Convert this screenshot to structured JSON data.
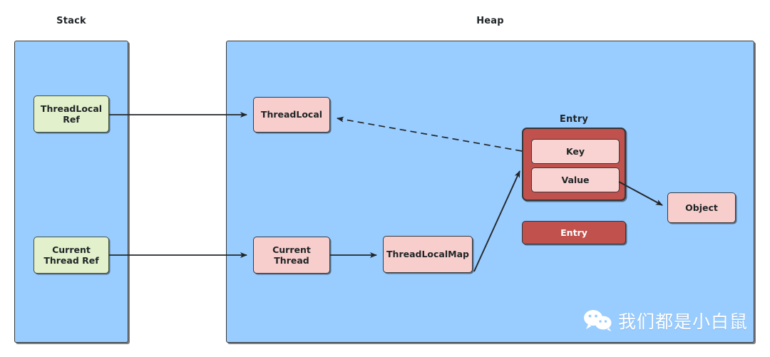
{
  "diagram": {
    "title_stack": "Stack",
    "title_heap": "Heap",
    "entry_label": "Entry",
    "nodes": {
      "threadlocal_ref": "ThreadLocal\nRef",
      "threadlocal_ref_line1": "ThreadLocal",
      "threadlocal_ref_line2": "Ref",
      "current_thread_ref_line1": "Current",
      "current_thread_ref_line2": "Thread Ref",
      "threadlocal": "ThreadLocal",
      "current_thread_line1": "Current",
      "current_thread_line2": "Thread",
      "threadlocalmap": "ThreadLocalMap",
      "key": "Key",
      "value": "Value",
      "object": "Object",
      "entry_box": "Entry"
    },
    "colors": {
      "container_fill": "#99ccff",
      "stack_node_fill": "#e2f0cb",
      "heap_node_fill": "#f8cecc",
      "entry_cluster_fill": "#c0514c",
      "entry_inner_fill": "#f9d3d1",
      "stroke": "#36393d",
      "text": "#1f2426"
    },
    "edges": [
      {
        "from": "ThreadLocal Ref",
        "to": "ThreadLocal",
        "style": "solid"
      },
      {
        "from": "Key",
        "to": "ThreadLocal",
        "style": "dashed"
      },
      {
        "from": "Current Thread Ref",
        "to": "Current Thread",
        "style": "solid"
      },
      {
        "from": "Current Thread",
        "to": "ThreadLocalMap",
        "style": "solid"
      },
      {
        "from": "ThreadLocalMap",
        "to": "Entry",
        "style": "solid"
      },
      {
        "from": "Value",
        "to": "Object",
        "style": "solid"
      }
    ]
  },
  "watermark": {
    "text": "我们都是小白鼠",
    "icon": "wechat-icon"
  }
}
